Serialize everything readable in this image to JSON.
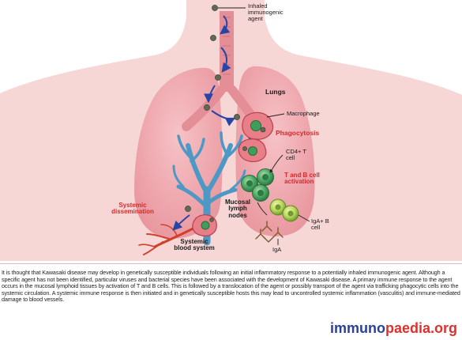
{
  "labels": {
    "inhaled_agent": "Inhaled immunogenic agent",
    "lungs": "Lungs",
    "macrophage": "Macrophage",
    "phagocytosis": "Phagocytosis",
    "cd4_t_cell": "CD4+ T cell",
    "t_b_activation": "T and B cell activation",
    "iga_b_cell": "IgA+ B cell",
    "iga": "IgA",
    "mucosal_lymph_nodes": "Mucosal lymph nodes",
    "systemic_dissemination": "Systemic dissemination",
    "systemic_blood_system": "Systemic blood system"
  },
  "caption": "It is thought that Kawasaki disease may develop in genetically susceptible individuals following an initial inflammatory response to a potentially inhaled immunogenic agent. Although a specific agent has not been identified, particular viruses and bacterial species have been associated with the development of Kawasaki disease. A primary immune response to the agent occurs in the mucosal lymphoid tissues by activation of T and B cells. This is followed by a translocation of the agent or possibly transport of the agent via trafficking phagocytic cells into the systemic circulation. A systemic immune response is then initiated and in genetically susceptible hosts this may lead to uncontrolled systemic inflammation (vasculitis) and immune-mediated damage to blood vessels.",
  "logo": {
    "part1": "immuno",
    "part2": "paedia.org"
  },
  "colors": {
    "body": "#f7d6d6",
    "lung": "#ee9ea6",
    "trachea": "#e48f97",
    "vessel_blue": "#4d98c4",
    "vessel_red": "#d0402a",
    "cell_green": "#3f9e5a",
    "arrow_blue": "#2745a4",
    "label_red": "#d62a2a"
  }
}
